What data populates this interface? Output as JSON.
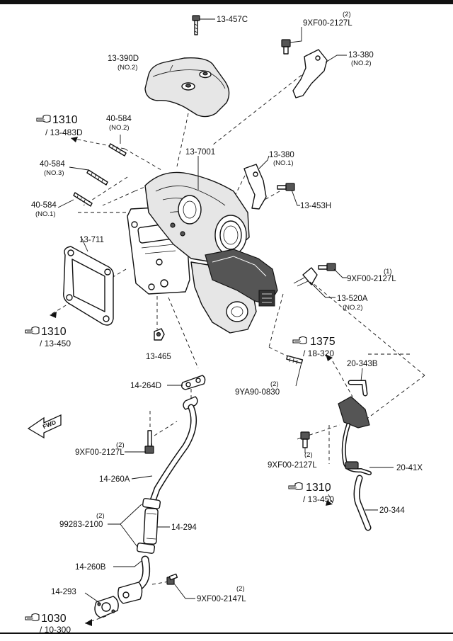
{
  "labels": {
    "p13_457C": "13-457C",
    "p9XF00_2127L_top": "9XF00-2127L",
    "p9XF00_2127L_top_qty": "(2)",
    "p13_390D": "13-390D",
    "p13_390D_sub": "(NO.2)",
    "p13_380_no2": "13-380",
    "p13_380_no2_sub": "(NO.2)",
    "p40_584_no2": "40-584",
    "p40_584_no2_sub": "(NO.2)",
    "p13_7001": "13-7001",
    "p13_380_no1": "13-380",
    "p13_380_no1_sub": "(NO.1)",
    "p40_584_no3": "40-584",
    "p40_584_no3_sub": "(NO.3)",
    "p13_453H": "13-453H",
    "p40_584_no1": "40-584",
    "p40_584_no1_sub": "(NO.1)",
    "p13_711": "13-711",
    "p9XF00_2127L_mid": "9XF00-2127L",
    "p9XF00_2127L_mid_qty": "(1)",
    "p13_520A": "13-520A",
    "p13_520A_sub": "(NO.2)",
    "p13_465": "13-465",
    "p20_343B": "20-343B",
    "p14_264D": "14-264D",
    "p9YA90_0830": "9YA90-0830",
    "p9YA90_0830_qty": "(2)",
    "p9XF00_2127L_left": "9XF00-2127L",
    "p9XF00_2127L_left_qty": "(2)",
    "p9XF00_2127L_right": "9XF00-2127L",
    "p9XF00_2127L_right_qty": "(2)",
    "p20_41X": "20-41X",
    "p14_260A": "14-260A",
    "p99283_2100": "99283-2100",
    "p99283_2100_qty": "(2)",
    "p14_294": "14-294",
    "p20_344": "20-344",
    "p14_260B": "14-260B",
    "p14_293": "14-293",
    "p9XF00_2147L": "9XF00-2147L",
    "p9XF00_2147L_qty": "(2)",
    "fwd": "FWD"
  },
  "refs": {
    "r1310_top": {
      "num": "1310",
      "sub": "/ 13-483D"
    },
    "r1310_left": {
      "num": "1310",
      "sub": "/ 13-450"
    },
    "r1375": {
      "num": "1375",
      "sub": "/ 18-320"
    },
    "r1310_right": {
      "num": "1310",
      "sub": "/ 13-450"
    },
    "r1030": {
      "num": "1030",
      "sub": "/ 10-300"
    }
  }
}
